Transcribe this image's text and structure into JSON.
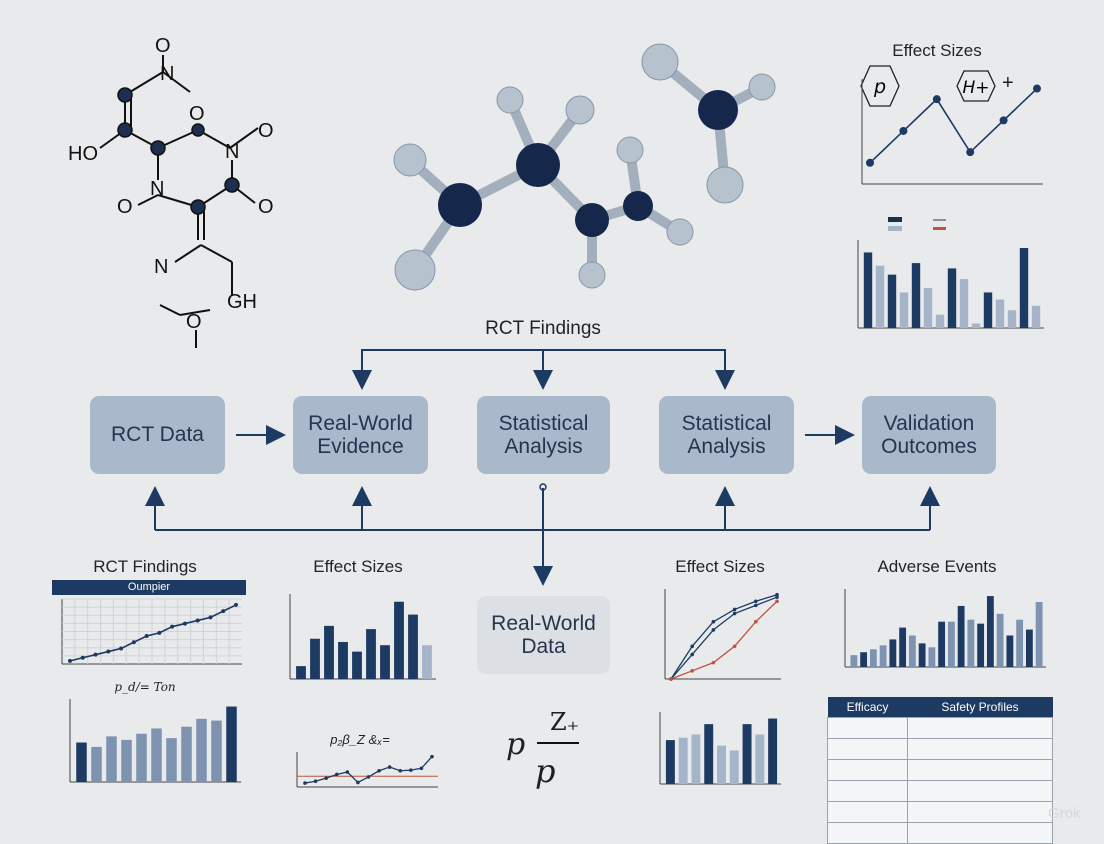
{
  "molecule_labels": {
    "o_top": "O",
    "n_top": "N",
    "ho": "HO",
    "o_mid": "O",
    "n_right": "N",
    "o_right": "O",
    "n_mid": "N",
    "o_left": "O",
    "n_low": "N",
    "gh": "GH",
    "o_low": "O"
  },
  "flow": {
    "top_label": "RCT Findings",
    "boxes": [
      "RCT Data",
      "Real-World Evidence",
      "Statistical Analysis",
      "Statistical Analysis",
      "Validation Outcomes"
    ],
    "center_box": "Real-World Data"
  },
  "top_right": {
    "title": "Effect Sizes",
    "hex_p": "p",
    "hex_h": "H+",
    "plus": "+"
  },
  "bottom": {
    "rct_title": "RCT Findings",
    "rct_chart_header": "Oumpier",
    "rct_formula": "p_d/= Ton",
    "effect_title_left": "Effect Sizes",
    "effect_formula_left": "p₂β_Z &ₓ=",
    "effect_title_right": "Effect Sizes",
    "adverse_title": "Adverse Events",
    "big_formula": {
      "num": "Z₊",
      "left": "p",
      "den": "p"
    }
  },
  "table": {
    "headers": [
      "Efficacy",
      "Safety Profiles"
    ]
  },
  "watermark": "Grok",
  "colors": {
    "navy": "#1d3a62",
    "box": "#a9b8cb",
    "light_bar": "#a5b4c8",
    "red": "#c0533a",
    "background": "#e9eaec"
  },
  "charts": {
    "tr_line": {
      "type": "line",
      "values": [
        2,
        5,
        8,
        3,
        6,
        9
      ]
    },
    "tr_bars": {
      "type": "bar",
      "values": [
        85,
        70,
        60,
        40,
        73,
        45,
        15,
        67,
        55,
        5,
        40,
        32,
        20,
        90,
        25
      ],
      "light": [
        1,
        3,
        5,
        6,
        8,
        9,
        11,
        12,
        14
      ]
    },
    "rct_line": {
      "type": "line",
      "values": [
        1,
        2,
        3,
        4,
        5,
        7,
        9,
        10,
        12,
        13,
        14,
        15,
        17,
        19
      ]
    },
    "rct_bars": {
      "type": "bar",
      "values": [
        45,
        40,
        52,
        48,
        55,
        61,
        50,
        63,
        72,
        70,
        86
      ],
      "light": [
        1,
        2,
        3,
        4,
        5,
        6,
        7,
        8,
        9
      ]
    },
    "eff_bars": {
      "type": "bar",
      "values": [
        8,
        25,
        33,
        23,
        17,
        31,
        21,
        48,
        40,
        21
      ],
      "light": [
        9
      ]
    },
    "eff_line": {
      "type": "line",
      "values": [
        3.2,
        3.5,
        4.0,
        4.6,
        5.0,
        3.3,
        4.2,
        5.2,
        5.8,
        5.2,
        5.3,
        5.6,
        7.5
      ],
      "ref": 4.3
    },
    "right_line": {
      "type": "multiline",
      "series": [
        [
          0,
          3,
          6,
          8,
          9,
          10
        ],
        [
          0,
          4,
          7,
          8.5,
          9.5,
          10.3
        ],
        [
          0,
          1,
          2,
          4,
          7,
          9.5
        ]
      ]
    },
    "right_bars": {
      "type": "bar",
      "values": [
        55,
        58,
        62,
        75,
        48,
        42,
        75,
        62,
        82
      ],
      "light": [
        1,
        2,
        4,
        5,
        7
      ]
    },
    "ae_bars": {
      "type": "bar",
      "values": [
        12,
        15,
        18,
        22,
        28,
        40,
        32,
        24,
        20,
        46,
        46,
        62,
        48,
        44,
        72,
        54,
        32,
        48,
        38,
        66
      ],
      "light": [
        0,
        2,
        3,
        6,
        8,
        10,
        12,
        15,
        17,
        19
      ]
    }
  }
}
